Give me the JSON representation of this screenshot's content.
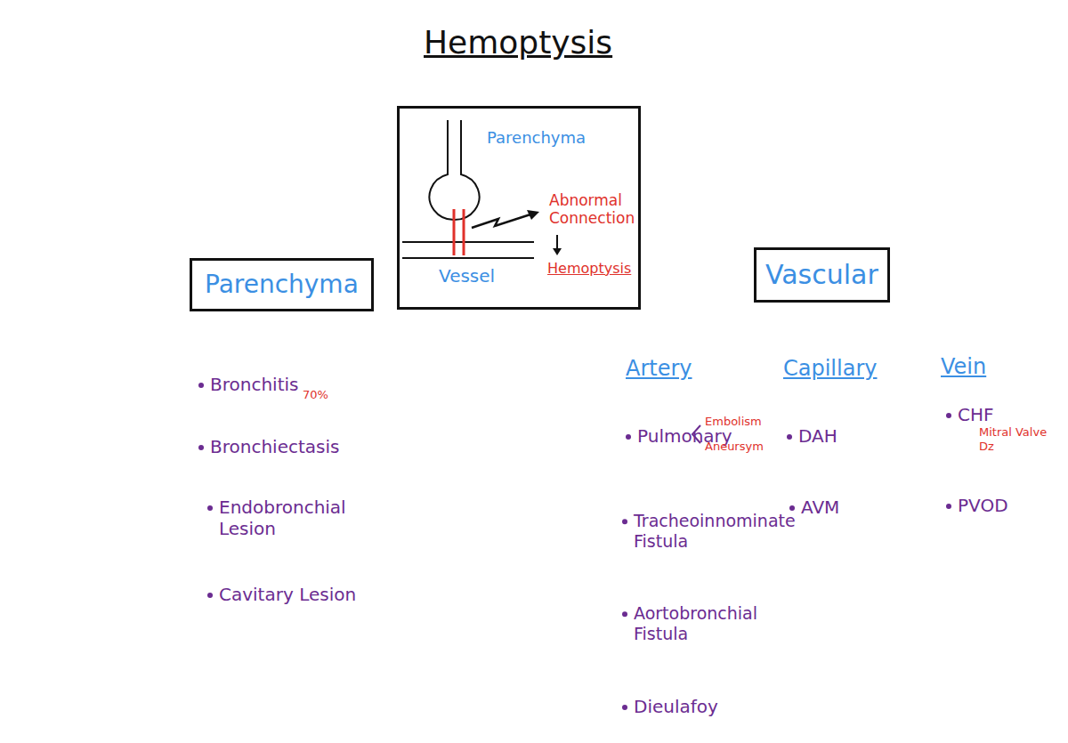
{
  "diagram": {
    "title": "Hemoptysis",
    "nodes": [
      {
        "text": [
          "Parenchyma",
          "Abnormal Connection",
          "Hemoptysis",
          "Vessel"
        ]
      },
      {
        "text": [
          "Parenchyma"
        ]
      },
      {
        "text": [
          "Vascular"
        ]
      }
    ],
    "labels": [
      "Bronchitis",
      "70%",
      "Bronchiectasis",
      "Endobronchial Lesion",
      "Cavitary Lesion",
      "Artery",
      "Pulmonary",
      "Embolism",
      "Aneursym",
      "Tracheoinnominate Fistula",
      "Aortobronchial Fistula",
      "Dieulafoy",
      "Capillary",
      "DAH",
      "AVM",
      "Vein",
      "CHF",
      "Mitral Valve Dz",
      "PVOD"
    ]
  }
}
